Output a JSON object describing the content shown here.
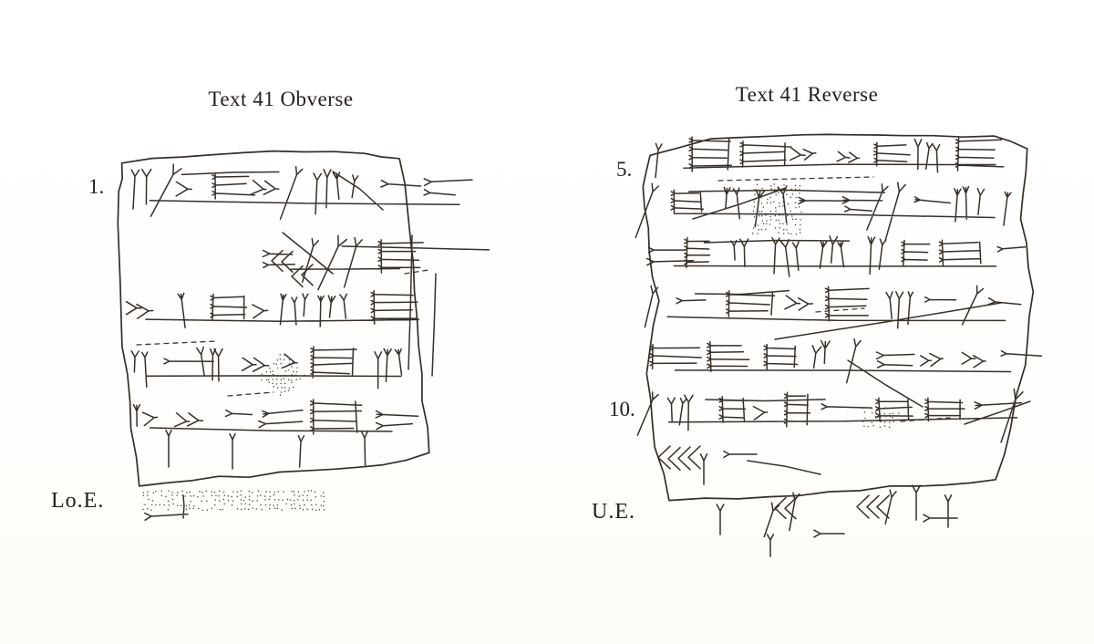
{
  "page": {
    "background_color": "#fffefb",
    "ink_color": "#352d26"
  },
  "figures": {
    "obverse": {
      "title": "Text 41 Obverse",
      "line_label_1": "1.",
      "edge_label": "Lo.E."
    },
    "reverse": {
      "title": "Text 41 Reverse",
      "line_label_5": "5.",
      "line_label_10": "10.",
      "edge_label": "U.E."
    }
  }
}
